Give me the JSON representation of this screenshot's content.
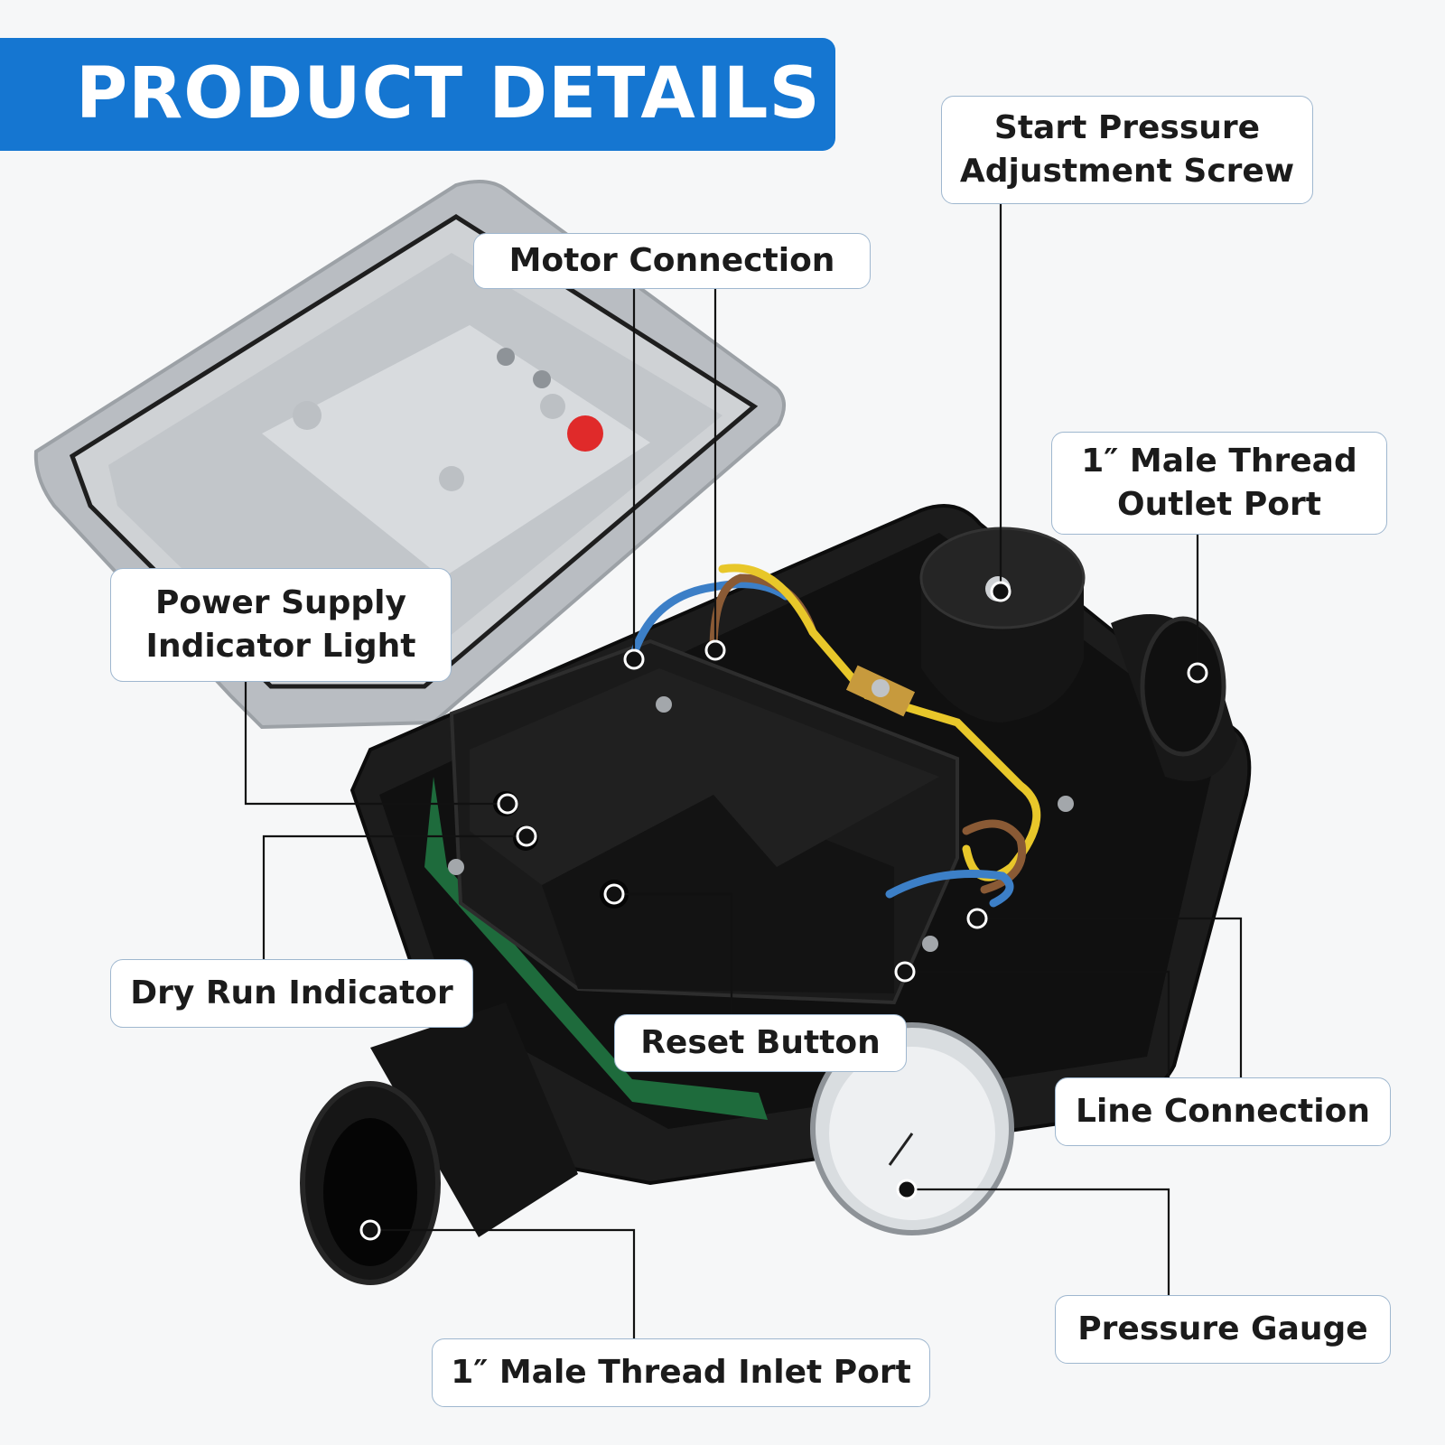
{
  "title": "PRODUCT DETAILS",
  "labels": {
    "motor_connection": "Motor Connection",
    "start_pressure_line1": "Start Pressure",
    "start_pressure_line2": "Adjustment Screw",
    "outlet_line1": "1″ Male Thread",
    "outlet_line2": "Outlet Port",
    "power_line1": "Power Supply",
    "power_line2": "Indicator Light",
    "dry_run": "Dry Run Indicator",
    "reset": "Reset Button",
    "line_connection": "Line Connection",
    "pressure_gauge": "Pressure Gauge",
    "inlet": "1″ Male Thread Inlet Port"
  },
  "colors": {
    "banner": "#1576d1",
    "callout_border": "#9fb7cf",
    "device_body": "#1c1c1c",
    "lid": "#b9bdc2",
    "indicator_red": "#e02a2a",
    "wire_yellow": "#e8c72a",
    "wire_blue": "#3c7fc7",
    "wire_brown": "#8a5a35"
  }
}
